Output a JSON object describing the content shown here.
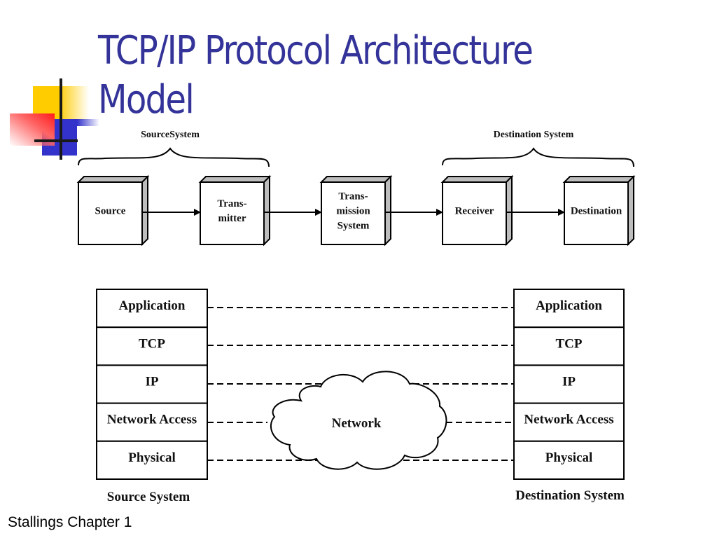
{
  "slide": {
    "title_line1": "TCP/IP Protocol Architecture",
    "title_line2": "Model",
    "footer": "Stallings Chapter 1",
    "title_color": "#333399"
  },
  "top_diagram": {
    "source_group_label": "SourceSystem",
    "destination_group_label": "Destination System",
    "boxes": [
      {
        "lines": [
          "Source"
        ]
      },
      {
        "lines": [
          "Trans-",
          "mitter"
        ]
      },
      {
        "lines": [
          "Trans-",
          "mission",
          "System"
        ]
      },
      {
        "lines": [
          "Receiver"
        ]
      },
      {
        "lines": [
          "Destination"
        ]
      }
    ]
  },
  "bottom_diagram": {
    "source_stack_label": "Source System",
    "destination_stack_label": "Destination System",
    "layers": [
      "Application",
      "TCP",
      "IP",
      "Network Access",
      "Physical"
    ],
    "network_label": "Network"
  }
}
